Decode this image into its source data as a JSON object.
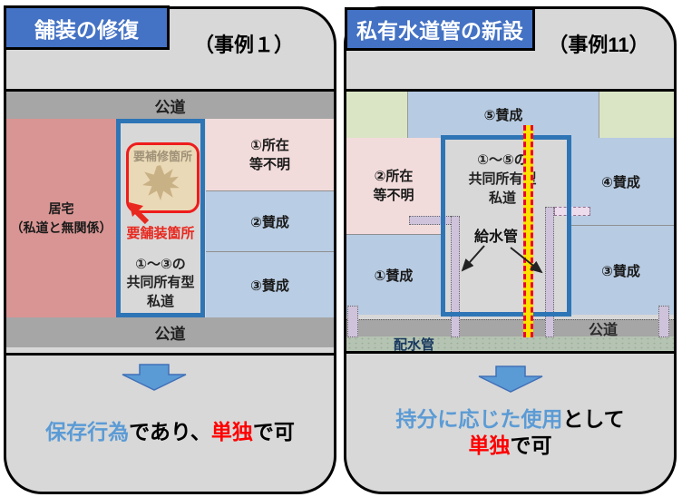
{
  "left_panel": {
    "title": "舗装の修復",
    "case_label": "（事例１）",
    "road_top": "公道",
    "road_bottom": "公道",
    "house": "居宅\n（私道と無関係）",
    "repair_need_label": "要補修箇所",
    "paving_need_label": "要舗装箇所",
    "owners_label": "①～③の\n共同所有型\n私道",
    "blocks": [
      {
        "label": "①所在\n等不明"
      },
      {
        "label": "②賛成"
      },
      {
        "label": "③賛成"
      }
    ],
    "conclusion": [
      {
        "text": "保存行為"
      },
      {
        "text": "であり、"
      },
      {
        "text": "単独"
      },
      {
        "text": "で可"
      }
    ]
  },
  "right_panel": {
    "title": "私有水道管の新設",
    "case_label": "（事例11）",
    "block5": "⑤賛成",
    "block2": "②所在\n等不明",
    "block1": "①賛成",
    "block4": "④賛成",
    "block3": "③賛成",
    "owners_label": "①～⑤の\n共同所有型\n私道",
    "supply_pipe_label": "給水管",
    "road_label": "公道",
    "main_pipe_label": "配水管",
    "conclusion_line1": [
      {
        "text": "持分に応じた使用"
      },
      {
        "text": "として"
      }
    ],
    "conclusion_line2": [
      {
        "text": "単独"
      },
      {
        "text": "で可"
      }
    ]
  },
  "icons": {
    "down_arrow": "block-down-arrow",
    "red_arrow": "up-left-arrow",
    "starburst": "damage-starburst"
  },
  "colors": {
    "title_bg": "#4472c4",
    "panel_bg": "#d8d8d8",
    "road_gray": "#a6a6a6",
    "house_red": "#d89593",
    "unknown_pink": "#f2dcdb",
    "agree_blue": "#b7cbe2",
    "neighbor_green": "#d9e5c4",
    "private_road_border": "#2e75b6",
    "pipe_lavender": "#cfc3dc",
    "new_pipe_yellow": "#ffe000",
    "new_pipe_red": "#f00020",
    "highlight_blue": "#5b9bd5",
    "highlight_red": "#ff0000",
    "water_main_text": "#17375e"
  }
}
